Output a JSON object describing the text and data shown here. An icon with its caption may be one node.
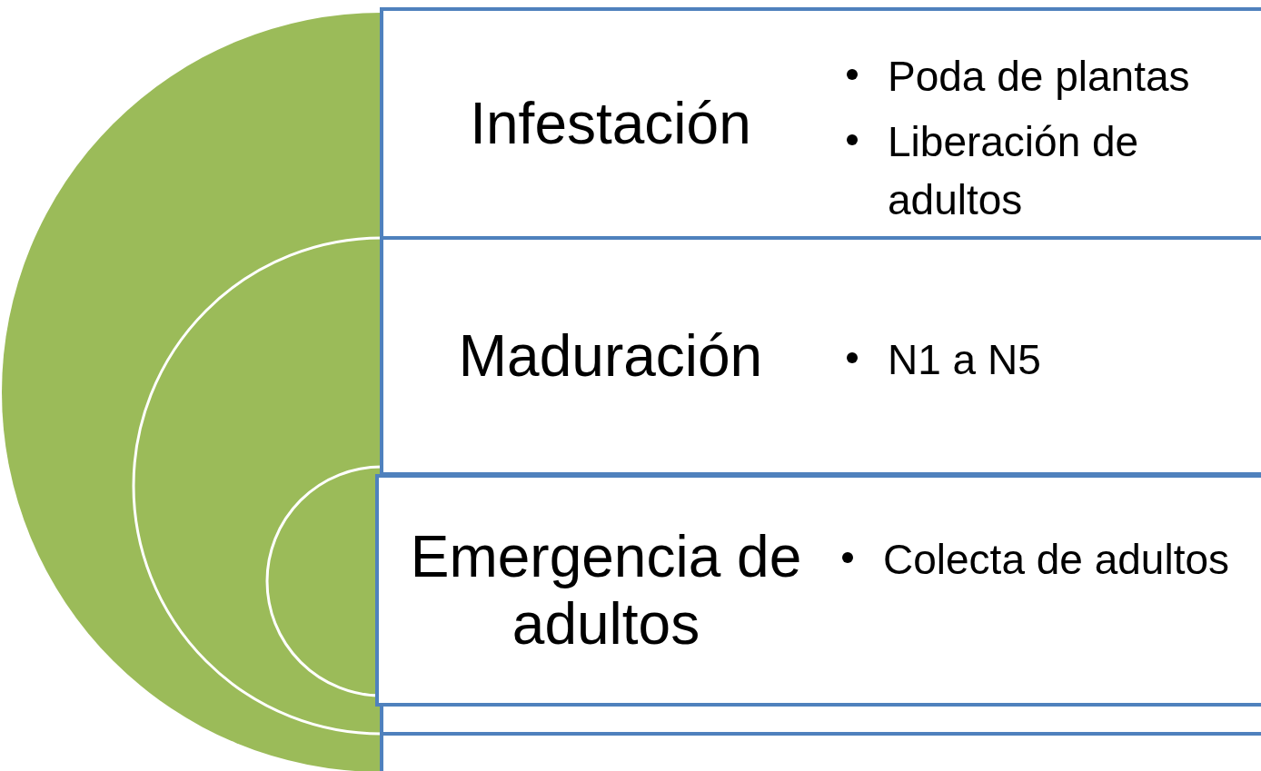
{
  "diagram": {
    "nodes": [
      {
        "text": [
          "Infestación",
          "Poda de plantas",
          "Liberación de adultos"
        ]
      },
      {
        "text": [
          "Maduración",
          "N1 a N5"
        ]
      },
      {
        "text": [
          "Emergencia de adultos",
          "Colecta de adultos"
        ]
      }
    ],
    "edges": []
  }
}
